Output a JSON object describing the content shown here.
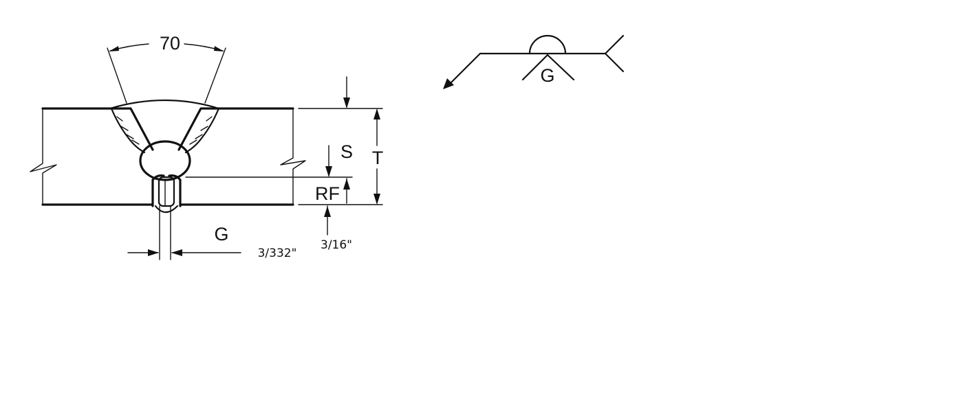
{
  "joint_section": {
    "groove_angle_label": "70",
    "depth_label": "S",
    "thickness_label": "T",
    "root_face_label": "RF",
    "root_opening_label": "G",
    "root_opening_value": "3/332\"",
    "root_face_value": "3/16\""
  },
  "weld_symbol": {
    "groove_label": "G"
  }
}
